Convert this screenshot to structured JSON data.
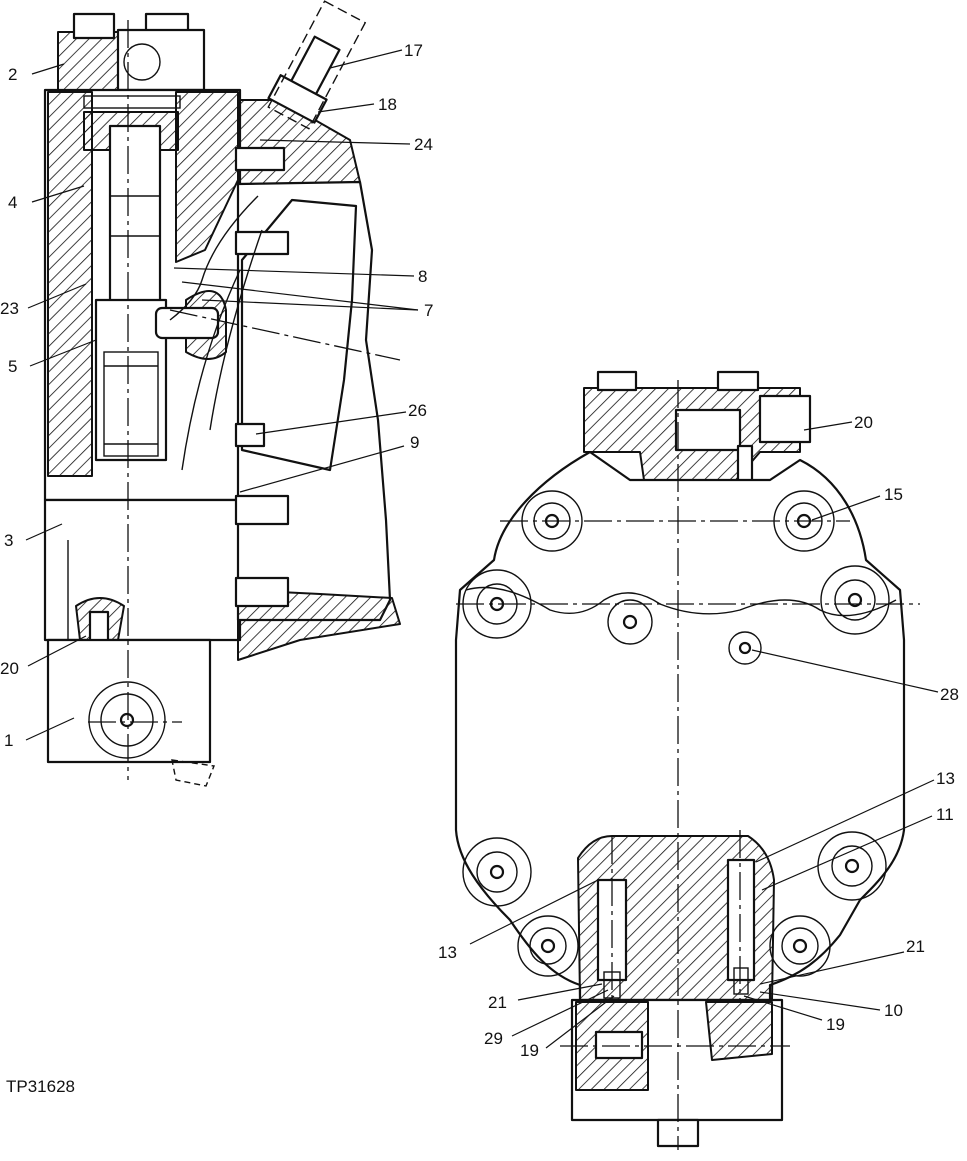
{
  "figure_id": "TP31628",
  "callouts": {
    "left": [
      "2",
      "4",
      "23",
      "5",
      "3",
      "20",
      "1",
      "17",
      "18",
      "24",
      "8",
      "7",
      "26",
      "9"
    ],
    "right": [
      "20",
      "15",
      "28",
      "13",
      "11",
      "13",
      "21",
      "21",
      "29",
      "19",
      "19",
      "10"
    ]
  }
}
